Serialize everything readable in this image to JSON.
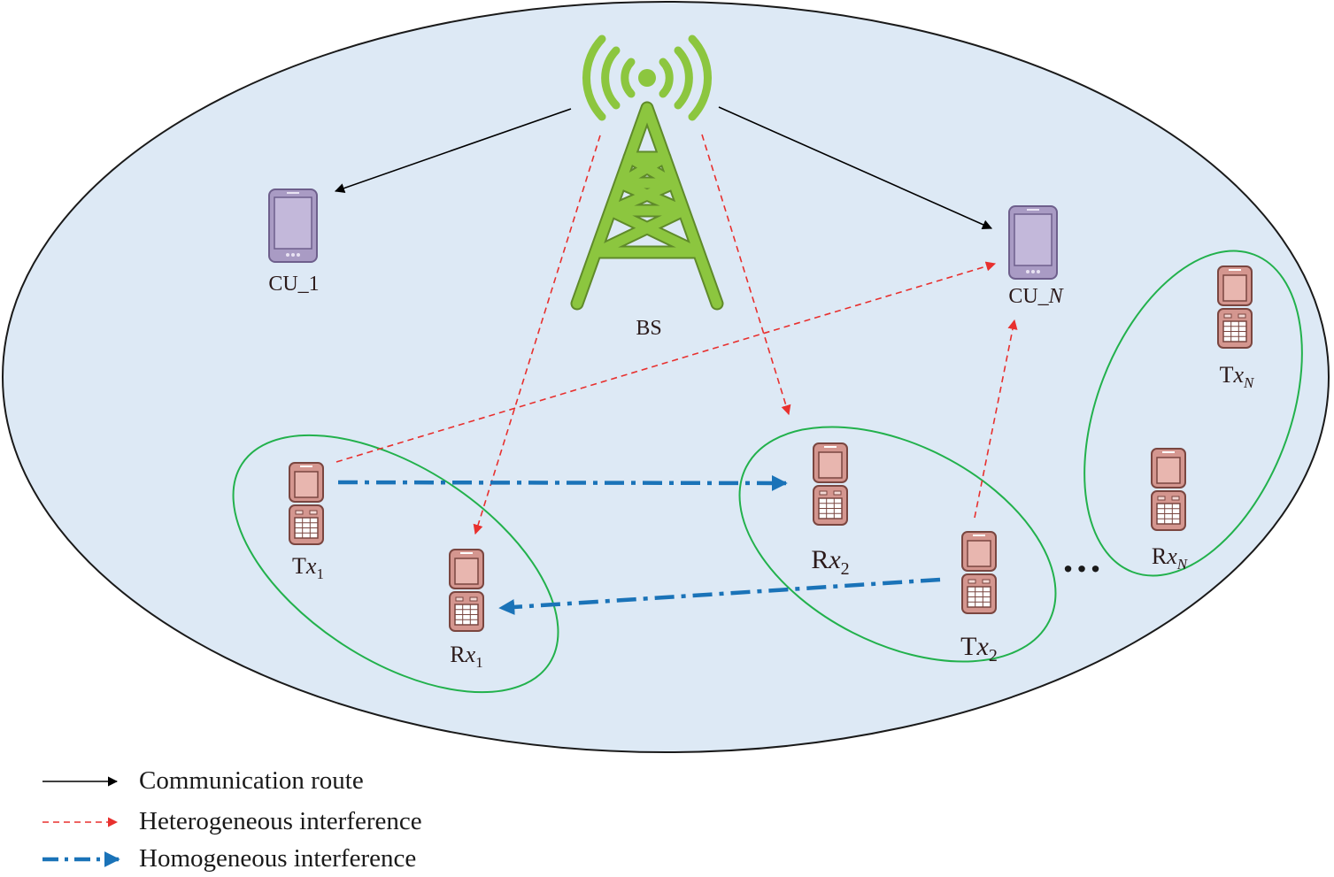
{
  "nodes": {
    "bs": {
      "label": "BS",
      "icon": "cell-tower-icon"
    },
    "cu1": {
      "label_main": "CU_",
      "label_sub": "1",
      "icon": "smartphone-icon"
    },
    "cun": {
      "label_main": "CU_",
      "label_sub": "N",
      "icon": "smartphone-icon"
    },
    "tx1": {
      "label_main": "T",
      "label_var": "x",
      "label_sub": "1",
      "icon": "flip-phone-icon"
    },
    "rx1": {
      "label_main": "R",
      "label_var": "x",
      "label_sub": "1",
      "icon": "flip-phone-icon"
    },
    "rx2": {
      "label_main": "R",
      "label_var": "x",
      "label_sub": "2",
      "icon": "flip-phone-icon"
    },
    "tx2": {
      "label_main": "T",
      "label_var": "x",
      "label_sub": "2",
      "icon": "flip-phone-icon"
    },
    "txn": {
      "label_main": "T",
      "label_var": "x",
      "label_sub": "N",
      "icon": "flip-phone-icon"
    },
    "rxn": {
      "label_main": "R",
      "label_var": "x",
      "label_sub": "N",
      "icon": "flip-phone-icon"
    }
  },
  "ellipsis": "…",
  "legend": [
    {
      "label": "Communication route",
      "style": "solid",
      "color": "#000000"
    },
    {
      "label": "Heterogeneous interference",
      "style": "dashed",
      "color": "#e8302e"
    },
    {
      "label": "Homogeneous interference",
      "style": "dash-dot",
      "color": "#1a73b8"
    }
  ],
  "colors": {
    "cell_fill": "#dde9f5",
    "d2d_cluster": "#22b14c",
    "tower": "#8cc63f",
    "cellular_user": "#a99bc4",
    "d2d_device": "#d4968f"
  }
}
